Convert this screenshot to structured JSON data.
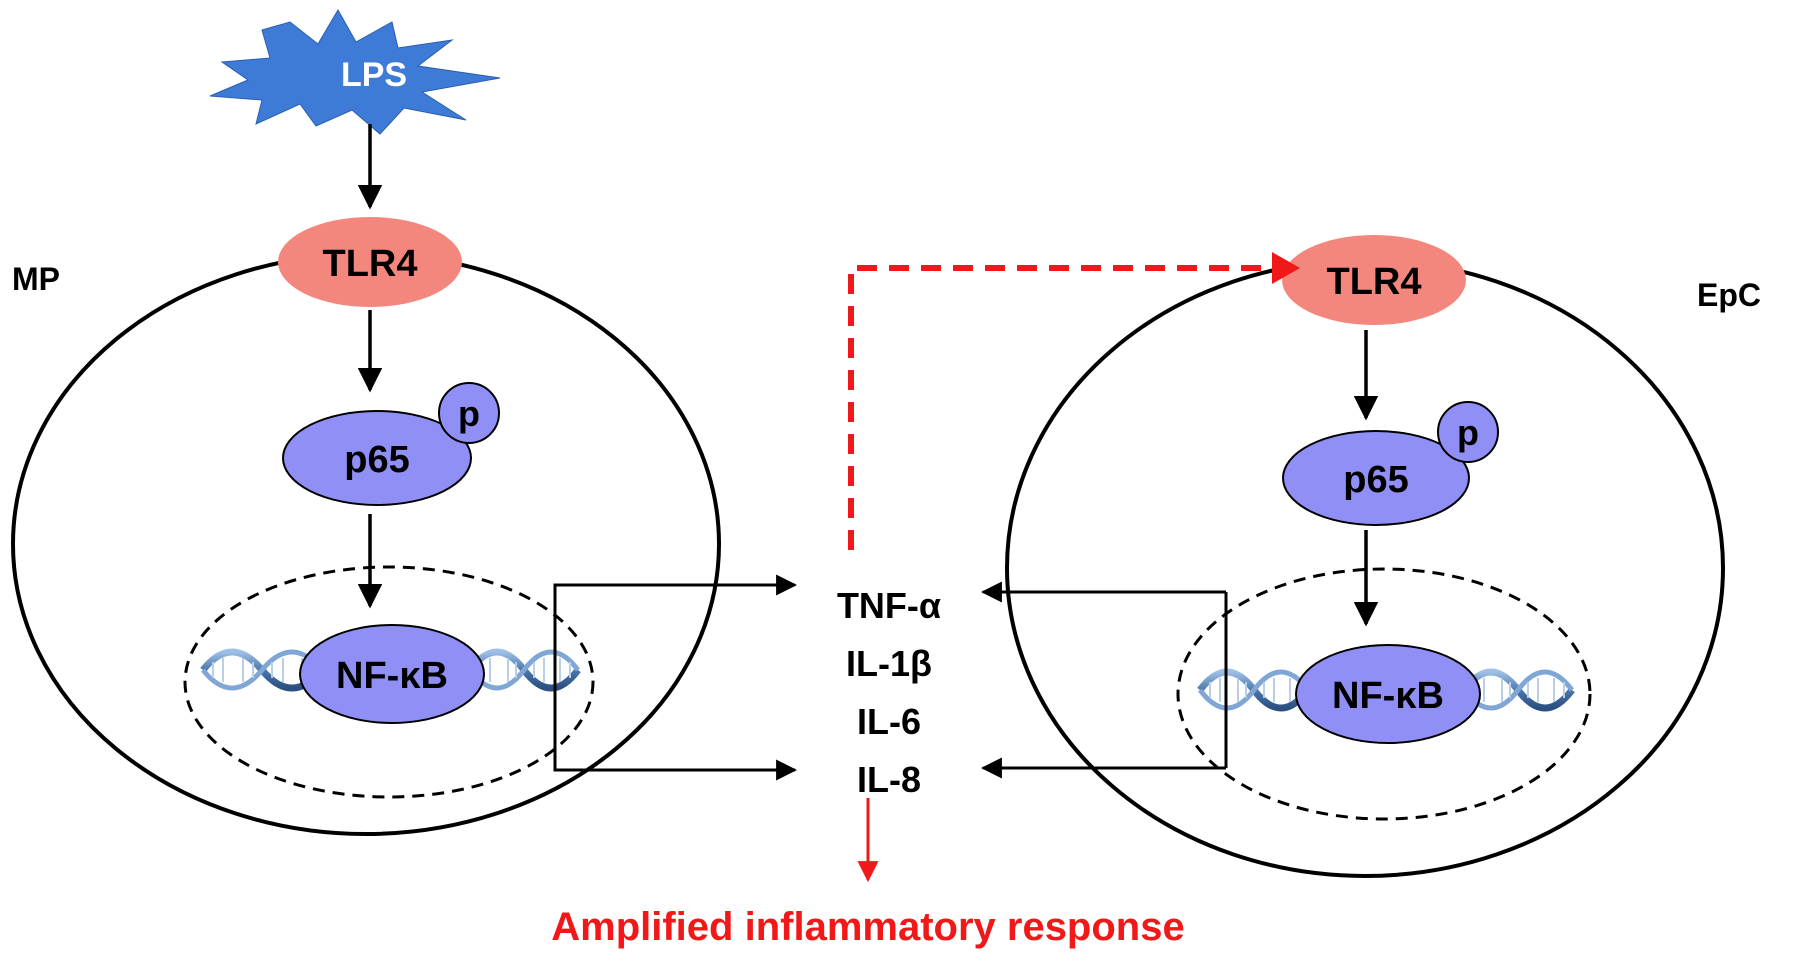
{
  "stimulus": {
    "label": "LPS"
  },
  "cells": {
    "left": {
      "label": "MP",
      "receptor": "TLR4",
      "phospho": "p",
      "protein": "p65",
      "factor": "NF-κB"
    },
    "right": {
      "label": "EpC",
      "receptor": "TLR4",
      "phospho": "p",
      "protein": "p65",
      "factor": "NF-κB"
    }
  },
  "cytokines": [
    "TNF-α",
    "IL-1β",
    "IL-6",
    "IL-8"
  ],
  "outcome": "Amplified inflammatory response",
  "colors": {
    "lps": "#3d7bd6",
    "tlr4": "#f4877d",
    "protein": "#8f8ff5",
    "dna": "#5a86b8",
    "feedback": "#f01818",
    "line": "#000000"
  }
}
